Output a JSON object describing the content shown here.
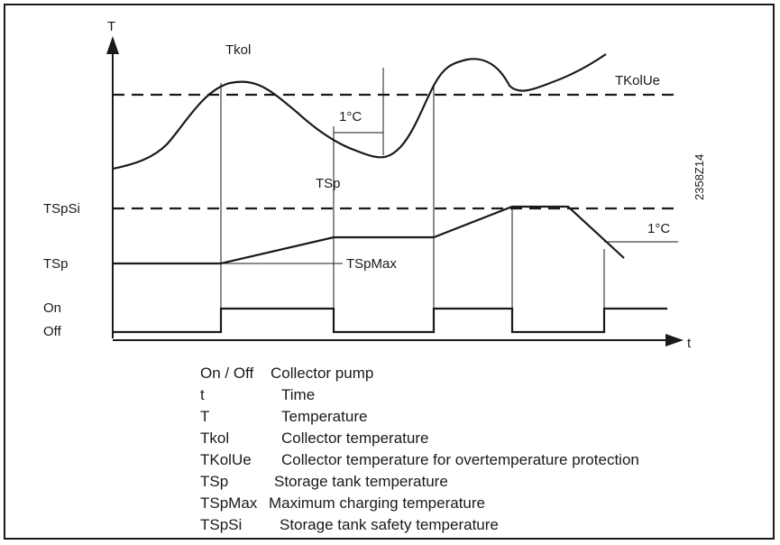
{
  "diagram": {
    "axis_y_label": "T",
    "axis_x_label": "t",
    "labels": {
      "tkol": "Tkol",
      "tkolue": "TKolUe",
      "one_deg_upper": "1°C",
      "tsp_curve": "TSp",
      "code": "2358Z14",
      "tspsi": "TSpSi",
      "one_deg_lower": "1°C",
      "tsp_left": "TSp",
      "tspmax": "TSpMax",
      "on": "On",
      "off": "Off"
    },
    "legend": [
      {
        "term": "On / Off",
        "desc": "Collector pump"
      },
      {
        "term": "t",
        "desc": "Time"
      },
      {
        "term": "T",
        "desc": "Temperature"
      },
      {
        "term": "Tkol",
        "desc": "Collector temperature"
      },
      {
        "term": "TKolUe",
        "desc": "Collector temperature for overtemperature protection"
      },
      {
        "term": "TSp",
        "desc": "Storage tank temperature"
      },
      {
        "term": "TSpMax",
        "desc": "Maximum charging temperature"
      },
      {
        "term": "TSpSi",
        "desc": "Storage tank safety temperature"
      }
    ],
    "colors": {
      "line": "#1a1a1a",
      "background": "#ffffff"
    }
  }
}
